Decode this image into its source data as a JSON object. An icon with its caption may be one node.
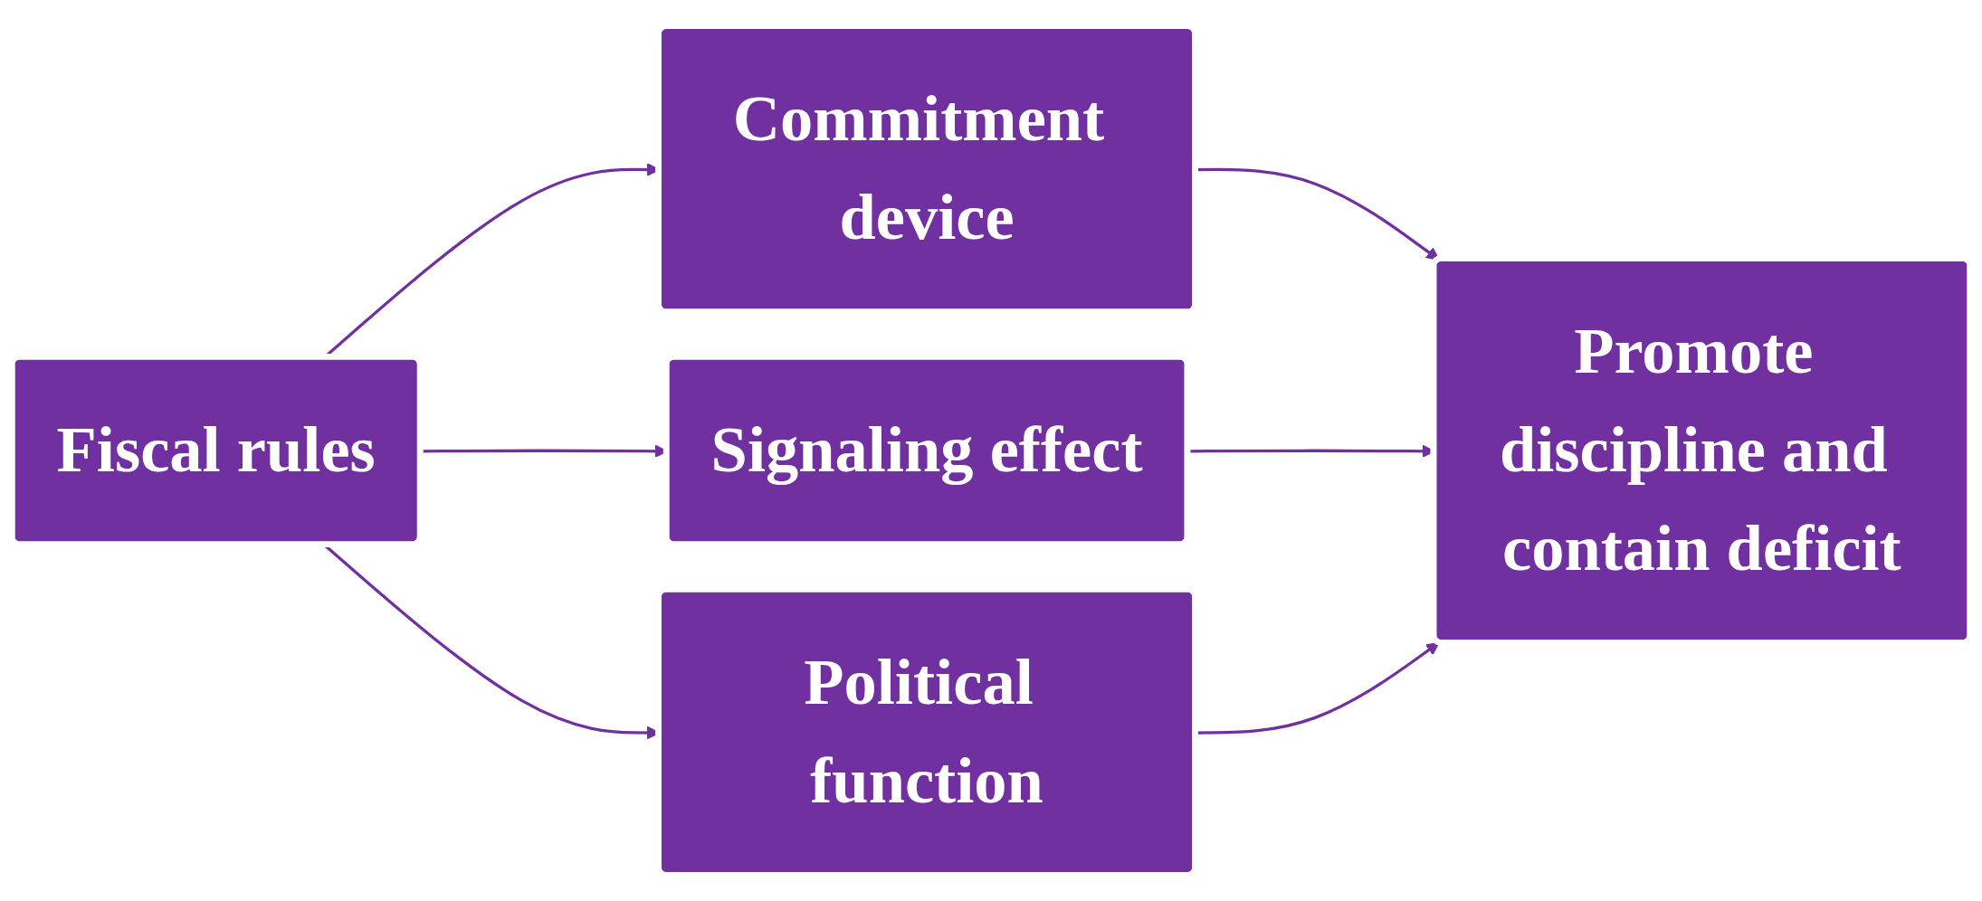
{
  "diagram": {
    "nodes": [
      {
        "text": [
          "Fiscal rules"
        ]
      },
      {
        "text": [
          "Commitment device"
        ]
      },
      {
        "text": [
          "Signaling effect"
        ]
      },
      {
        "text": [
          "Political function"
        ]
      },
      {
        "text": [
          "Promote discipline and contain deficit"
        ]
      }
    ],
    "edges": [
      {
        "from": 0,
        "to": 1,
        "arrow": "to"
      },
      {
        "from": 0,
        "to": 2,
        "arrow": "to"
      },
      {
        "from": 0,
        "to": 3,
        "arrow": "to"
      },
      {
        "from": 1,
        "to": 4,
        "arrow": "to"
      },
      {
        "from": 2,
        "to": 4,
        "arrow": "to"
      },
      {
        "from": 3,
        "to": 4,
        "arrow": "to"
      }
    ]
  }
}
